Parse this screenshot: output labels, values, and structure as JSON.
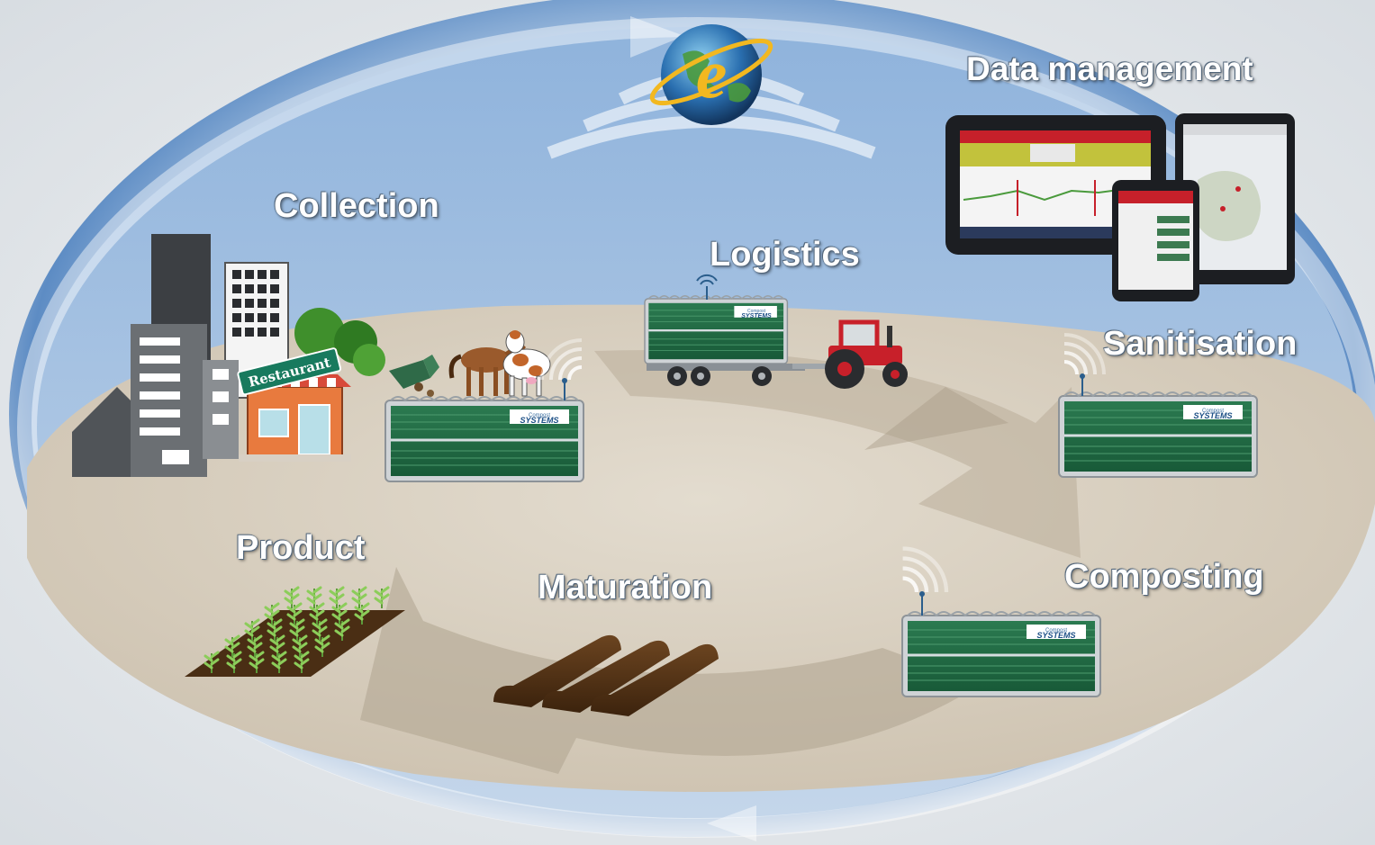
{
  "stages": {
    "data_management": "Data management",
    "collection": "Collection",
    "logistics": "Logistics",
    "sanitisation": "Sanitisation",
    "composting": "Composting",
    "maturation": "Maturation",
    "product": "Product"
  },
  "container": {
    "brand_small": "Compost",
    "brand_large": "SYSTEMS"
  },
  "restaurant_sign": "Restaurant",
  "icons": [
    "internet-globe-icon",
    "wireless-signal-icon",
    "tablet-icon",
    "smartphone-icon",
    "tractor-icon",
    "building-icon",
    "restaurant-icon",
    "horse-icon",
    "cow-icon",
    "dumpster-icon",
    "crop-field-icon",
    "compost-windrow-icon"
  ],
  "colors": {
    "ring_blue": "#5b88c0",
    "ground": "#d6cdbe",
    "container_green": "#1f6b45",
    "tractor_red": "#c8202a",
    "windrow_brown": "#4a2e14",
    "label_text": "#ffffff"
  }
}
